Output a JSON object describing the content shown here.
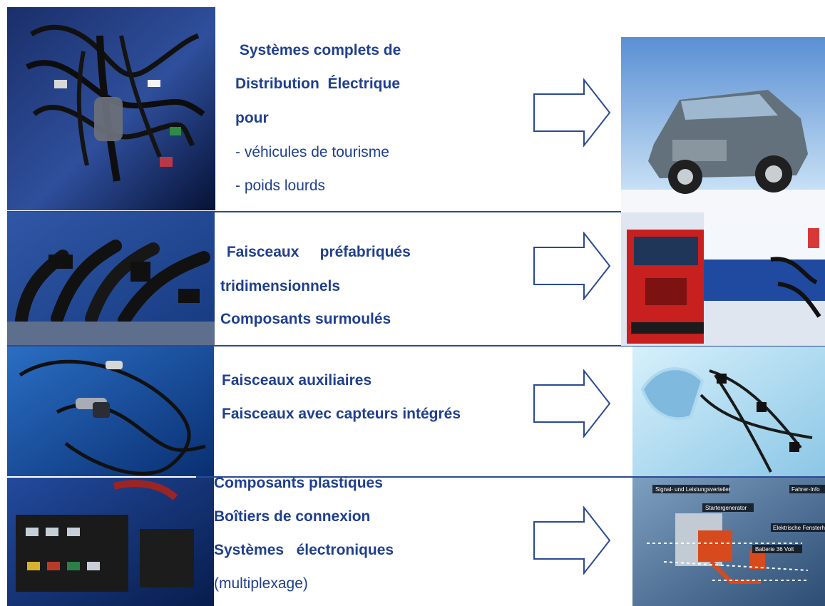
{
  "rows": [
    {
      "title_lines": [
        " Systèmes complets de",
        "Distribution  Électrique",
        "pour"
      ],
      "detail_lines": [
        "- véhicules de tourisme",
        "- poids lourds"
      ]
    },
    {
      "title_lines": [
        " Faisceaux     préfabriqués",
        "tridimensionnels",
        "Composants surmoulés"
      ]
    },
    {
      "title_lines": [
        "Faisceaux auxiliaires",
        "Faisceaux avec capteurs intégrés"
      ]
    },
    {
      "title_lines": [
        "Composants plastiques",
        "Boîtiers de connexion",
        "Systèmes   électroniques"
      ],
      "detail_lines": [
        "(multiplexage)"
      ]
    }
  ],
  "labels": {
    "signal_distributor": "Signal- und Leistungsverteiler",
    "driver_info": "Fahrer-Info",
    "starter_generator": "Startergenerator",
    "window_lifters": "Elektrische Fensterheber",
    "battery": "Batterie 36 Volt"
  },
  "colors": {
    "text": "#1f3f8f",
    "divider": "#2a4a92",
    "arrow": "#2a4a92",
    "background": "#ffffff"
  },
  "icons": {
    "arrow": "right-outline-arrow"
  }
}
